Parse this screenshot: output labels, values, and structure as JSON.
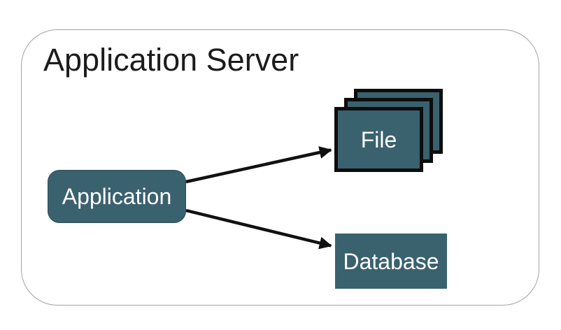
{
  "diagram": {
    "title": "Application Server",
    "nodes": {
      "application": {
        "label": "Application",
        "shape": "rounded-rectangle"
      },
      "file": {
        "label": "File",
        "shape": "stacked-rectangles"
      },
      "database": {
        "label": "Database",
        "shape": "rectangle"
      }
    },
    "edges": [
      {
        "from": "application",
        "to": "file",
        "style": "solid-arrow"
      },
      {
        "from": "application",
        "to": "database",
        "style": "solid-arrow"
      }
    ],
    "colors": {
      "node_fill": "#3a616e",
      "node_text": "#ffffff",
      "stack_border": "#0d0d0d",
      "container_border": "#a3a3a3",
      "arrow": "#111111",
      "title_text": "#1c1c1c",
      "background": "#ffffff"
    }
  }
}
